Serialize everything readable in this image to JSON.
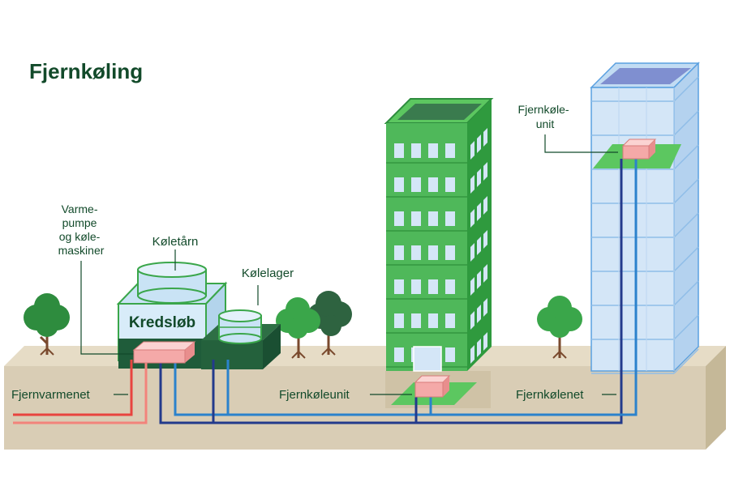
{
  "title": "Fjernkøling",
  "labels": {
    "heat_pump": [
      "Varme-",
      "pumpe",
      "og køle-",
      "maskiner"
    ],
    "cooling_tower": "Køletårn",
    "cold_storage": "Kølelager",
    "plant": "Kredsløb",
    "district_heating": "Fjernvarmenet",
    "unit_underground": "Fjernkøleunit",
    "unit_tower": [
      "Fjernkøle-",
      "unit"
    ],
    "cooling_grid": "Fjernkølenet"
  },
  "colors": {
    "title": "#124a2a",
    "ground": "#d9cdb5",
    "heat_pipe": "#e8443f",
    "heat_pipe_light": "#f2837b",
    "cold_pipe_dark": "#233a8c",
    "cold_pipe_light": "#2b82cc",
    "building_green": "#4fb85a",
    "glass": "#d4e6f7",
    "unit": "#f4a9a8"
  }
}
